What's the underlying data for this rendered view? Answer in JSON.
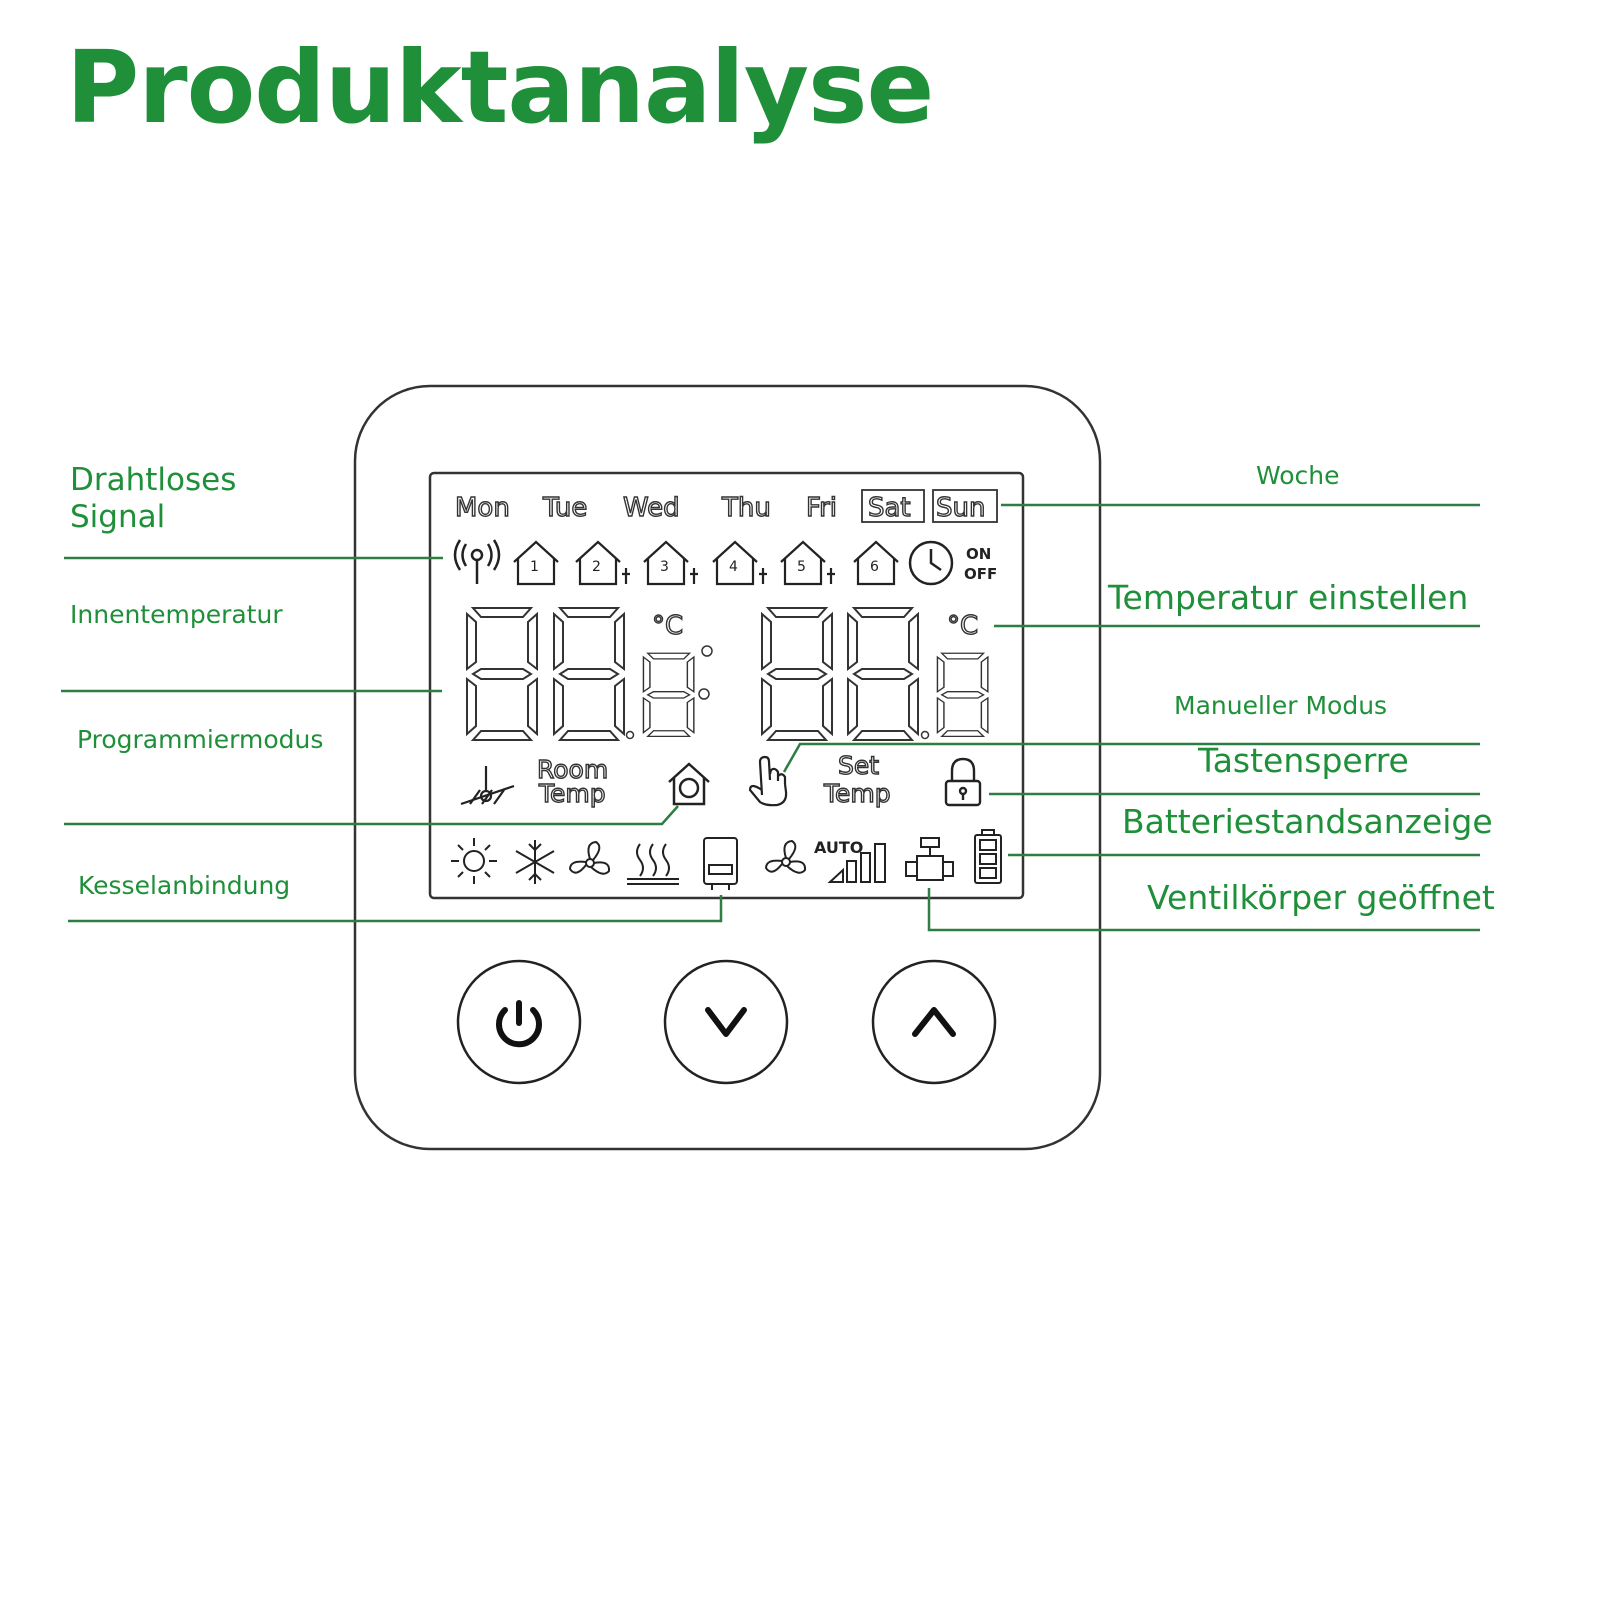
{
  "title": "Produktanalyse",
  "labels": {
    "wireless_line1": "Drahtloses",
    "wireless_line2": "Signal",
    "indoor_temp": "Innentemperatur",
    "program_mode": "Programmiermodus",
    "boiler": "Kesselanbindung",
    "week": "Woche",
    "set_temp": "Temperatur einstellen",
    "manual_mode": "Manueller Modus",
    "key_lock": "Tastensperre",
    "battery": "Batteriestandsanzeige",
    "valve_open": "Ventilkörper geöffnet"
  },
  "lcd": {
    "days": [
      "Mon",
      "Tue",
      "Wed",
      "Thu",
      "Fri",
      "Sat",
      "Sun"
    ],
    "program_numbers": [
      "1",
      "2",
      "3",
      "4",
      "5",
      "6"
    ],
    "on_label": "ON",
    "off_label": "OFF",
    "unit": "°C",
    "room_temp_line1": "Room",
    "room_temp_line2": "Temp",
    "set_temp_line1": "Set",
    "set_temp_line2": "Temp",
    "auto_label": "AUTO"
  },
  "colors": {
    "accent": "#1f8f3a",
    "leader": "#2e7d43",
    "outline": "#333333"
  },
  "icons": [
    "wifi-signal-icon",
    "home-program-icon",
    "clock-icon",
    "floor-sensor-icon",
    "home-mode-icon",
    "hand-icon",
    "lock-icon",
    "sun-icon",
    "snowflake-icon",
    "fan-icon",
    "floor-heating-icon",
    "boiler-icon",
    "fan-speed-icon",
    "valve-icon",
    "battery-icon",
    "power-icon",
    "chevron-down-icon",
    "chevron-up-icon"
  ]
}
